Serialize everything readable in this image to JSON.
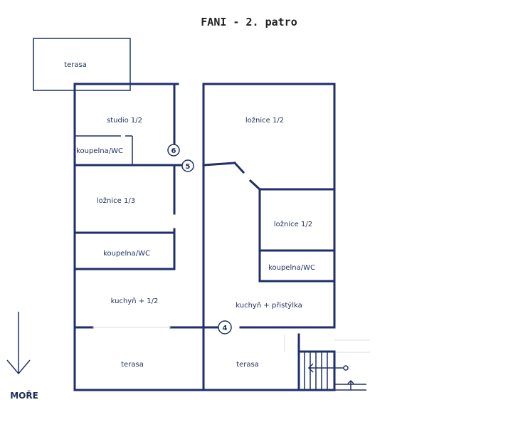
{
  "title": "FANI - 2. patro",
  "colors": {
    "wall": "#1e2f6b",
    "text": "#1f2d5a"
  },
  "rooms": {
    "terasa_top": "terasa",
    "studio": "studio 1/2",
    "koupelna_left_top": "koupelna/WC",
    "loznice_left": "ložnice 1/3",
    "koupelna_left_mid": "koupelna/WC",
    "kuchyn_left": "kuchyň + 1/2",
    "terasa_bottom_left": "terasa",
    "loznice_right_top": "ložnice 1/2",
    "loznice_right_mid": "ložnice 1/2",
    "koupelna_right": "koupelna/WC",
    "kuchyn_right": "kuchyň + přistýlka",
    "terasa_bottom_right": "terasa"
  },
  "markers": {
    "m6": "6",
    "m5": "5",
    "m4": "4"
  },
  "compass": {
    "label": "MOŘE",
    "icon": "arrow-down-icon"
  },
  "stairs": {
    "icon": "stairs-icon"
  }
}
